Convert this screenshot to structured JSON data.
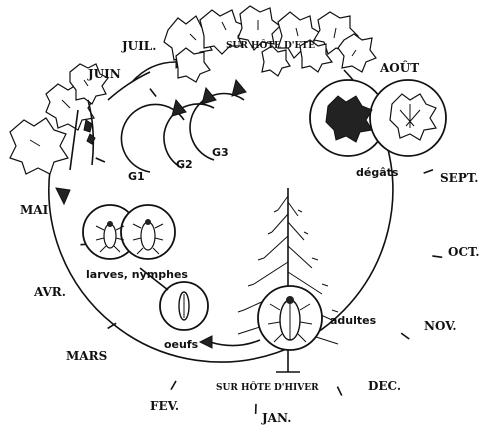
{
  "months": {
    "juil": "JUIL.",
    "juin": "JUIN",
    "aout": "AOÛT",
    "mai": "MAI",
    "sept": "SEPT.",
    "oct": "OCT.",
    "avr": "AVR.",
    "nov": "NOV.",
    "mars": "MARS",
    "dec": "DEC.",
    "fev": "FEV.",
    "jan": "JAN."
  },
  "hosts": {
    "summer": "SUR HÔTE D'ETE",
    "winter": "SUR HÔTE D'HIVER"
  },
  "stages": {
    "damage": "dégâts",
    "larvae": "larves, nymphes",
    "eggs": "oeufs",
    "adults": "adultes"
  },
  "generations": [
    "G1",
    "G2",
    "G3"
  ],
  "colors": {
    "ink": "#111111",
    "background": "#ffffff"
  }
}
